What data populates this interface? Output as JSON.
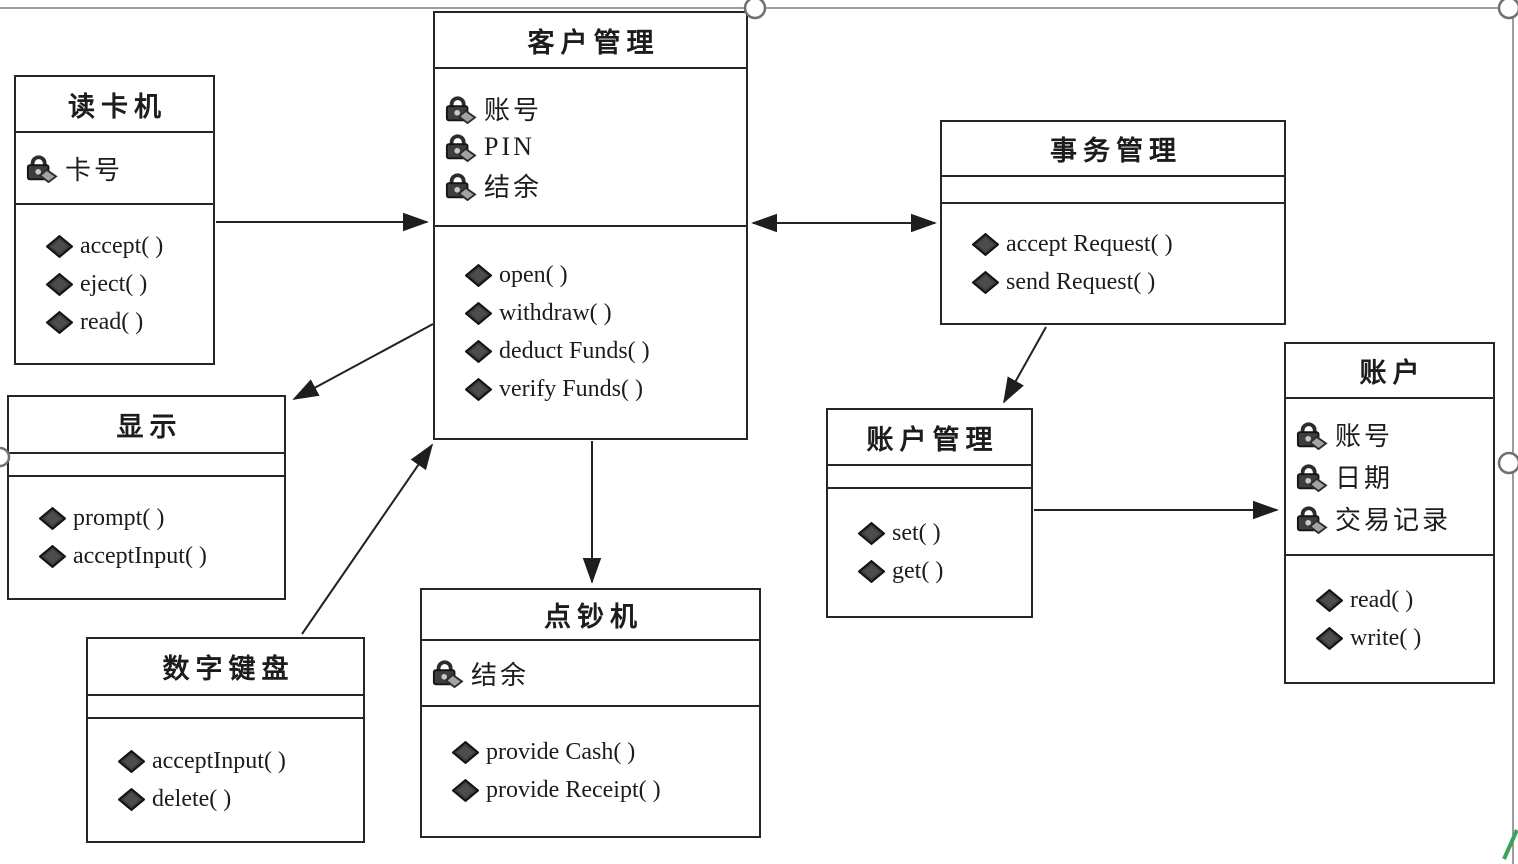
{
  "figure": {
    "type": "uml-class-diagram",
    "subject": "ATM system classes",
    "language": "zh-CN"
  },
  "colors": {
    "background": "#ffffff",
    "box_line": "#262626",
    "text": "#1c1c1c",
    "connection_line": "#222222",
    "selection_handle": "#6f6f6f",
    "green_mark": "#3aa35a",
    "icon_dark": "#3e3e3e",
    "icon_light": "#a3a3a3"
  },
  "icons": {
    "attribute_icon": "padlock-with-key-icon (private attribute)",
    "method_icon": "filled-diamond-icon (operation)"
  },
  "classes": [
    {
      "id": "card-reader",
      "title": "读卡机",
      "attributes": [
        "卡号"
      ],
      "methods": [
        "accept( )",
        "eject( )",
        "read( )"
      ]
    },
    {
      "id": "customer-management",
      "title": "客户管理",
      "attributes": [
        "账号",
        "PIN",
        "结余"
      ],
      "methods": [
        "open( )",
        "withdraw( )",
        "deduct Funds( )",
        "verify Funds( )"
      ]
    },
    {
      "id": "transaction-management",
      "title": "事务管理",
      "attributes": [],
      "methods": [
        "accept Request( )",
        "send Request( )"
      ]
    },
    {
      "id": "display",
      "title": "显示",
      "attributes": [],
      "methods": [
        "prompt( )",
        "acceptInput( )"
      ]
    },
    {
      "id": "numeric-keypad",
      "title": "数字键盘",
      "attributes": [],
      "methods": [
        "acceptInput( )",
        "delete( )"
      ]
    },
    {
      "id": "cash-dispenser",
      "title": "点钞机",
      "attributes": [
        "结余"
      ],
      "methods": [
        "provide Cash( )",
        "provide Receipt( )"
      ]
    },
    {
      "id": "account-management",
      "title": "账户管理",
      "attributes": [],
      "methods": [
        "set( )",
        "get( )"
      ]
    },
    {
      "id": "account",
      "title": "账户",
      "attributes": [
        "账号",
        "日期",
        "交易记录"
      ],
      "methods": [
        "read( )",
        "write( )"
      ]
    }
  ],
  "connections": [
    {
      "from": "读卡机",
      "to": "客户管理",
      "style": "arrow"
    },
    {
      "from": "客户管理",
      "to": "事务管理",
      "style": "double-arrow"
    },
    {
      "from": "客户管理",
      "to": "显示",
      "style": "arrow"
    },
    {
      "from": "数字键盘",
      "to": "客户管理",
      "style": "arrow"
    },
    {
      "from": "客户管理",
      "to": "点钞机",
      "style": "arrow"
    },
    {
      "from": "事务管理",
      "to": "账户管理",
      "style": "arrow"
    },
    {
      "from": "账户管理",
      "to": "账户",
      "style": "arrow"
    }
  ],
  "selection": {
    "handles": [
      "top-center",
      "top-right",
      "middle-right",
      "middle-left"
    ],
    "green_mark_bottom_right": true
  }
}
